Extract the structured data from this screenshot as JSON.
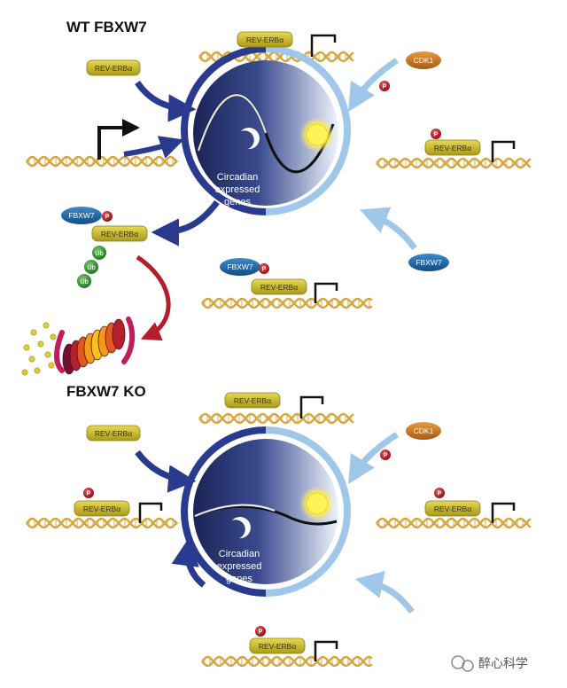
{
  "panels": {
    "wt": {
      "title": "WT FBXW7"
    },
    "ko": {
      "title": "FBXW7 KO"
    }
  },
  "labels": {
    "rev_erb": "REV-ERBα",
    "cdk1": "CDK1",
    "fbxw7": "FBXW7",
    "phospho": "P",
    "ub": "Ub",
    "circle_line1": "Circadian",
    "circle_line2": "expressed",
    "circle_line3": "genes"
  },
  "watermark": {
    "text": "醉心科学"
  },
  "colors": {
    "dark_blue": "#2a3a8f",
    "light_blue": "#9ec7ea",
    "protein_gold": "#c9b82b",
    "dna_gold": "#d6a63a",
    "cdk1_orange": "#c8741c",
    "fbxw7_blue": "#1c68a8",
    "phospho_red": "#c8202a",
    "ub_green": "#3f9a3a",
    "proteasome_red": "#c01d5a"
  }
}
